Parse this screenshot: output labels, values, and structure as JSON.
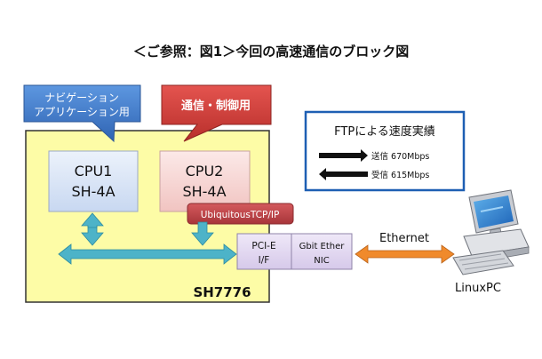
{
  "title": "＜ご参照：図1＞今回の高速通信のブロック図",
  "callouts": {
    "navigation_line1": "ナビゲーション",
    "navigation_line2": "アプリケーション用",
    "comm_control": "通信・制御用"
  },
  "chip": {
    "label": "SH7776",
    "cpu1": {
      "line1": "CPU1",
      "line2": "SH-4A"
    },
    "cpu2": {
      "line1": "CPU2",
      "line2": "SH-4A"
    },
    "stack_label": "UbiquitousTCP/IP",
    "pcie_line1": "PCI-E",
    "pcie_line2": "I/F"
  },
  "nic": {
    "line1": "Gbit Ether",
    "line2": "NIC"
  },
  "ethernet_label": "Ethernet",
  "pc_label": "LinuxPC",
  "ftp_box": {
    "title": "FTPによる速度実績",
    "send": "送信 670Mbps",
    "receive": "受信 615Mbps"
  },
  "colors": {
    "chip_fill": "#fdfca6",
    "cpu1_fill": "#dbe6f6",
    "cpu2_fill": "#f8d8d6",
    "nav_callout": "#3d78c9",
    "comm_callout": "#d23b36",
    "stack_fill": "#c4464a",
    "bus_arrow": "#4db3c8",
    "pcie_fill": "#e3daf1",
    "ethernet_arrow": "#f08a2b"
  }
}
